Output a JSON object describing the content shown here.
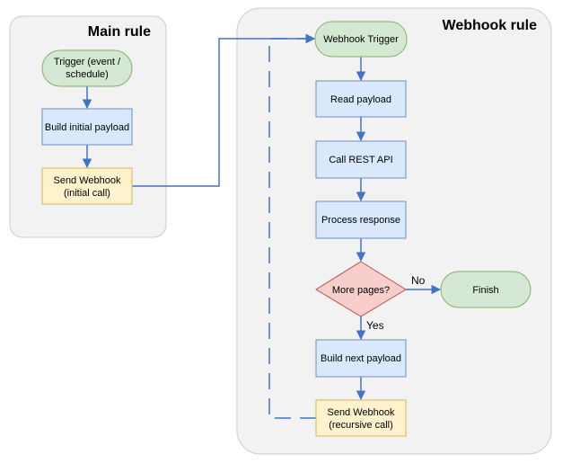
{
  "containers": {
    "main_rule": {
      "title": "Main rule"
    },
    "webhook_rule": {
      "title": "Webhook rule"
    }
  },
  "nodes": {
    "trigger": {
      "line1": "Trigger (event /",
      "line2": "schedule)"
    },
    "build_initial": {
      "label": "Build initial payload"
    },
    "send_initial": {
      "line1": "Send Webhook",
      "line2": "(initial call)"
    },
    "webhook_trigger": {
      "label": "Webhook Trigger"
    },
    "read_payload": {
      "label": "Read payload"
    },
    "call_api": {
      "label": "Call REST API"
    },
    "process_response": {
      "label": "Process response"
    },
    "more_pages": {
      "label": "More pages?"
    },
    "finish": {
      "label": "Finish"
    },
    "build_next": {
      "label": "Build next payload"
    },
    "send_recursive": {
      "line1": "Send Webhook",
      "line2": "(recursive call)"
    }
  },
  "edge_labels": {
    "no": "No",
    "yes": "Yes"
  },
  "colors": {
    "container_fill": "#f2f2f2",
    "container_stroke": "#cccccc",
    "start_fill": "#d5e8d4",
    "start_stroke": "#82b366",
    "process_fill": "#dae8fc",
    "process_stroke": "#6c8ebf",
    "webhook_fill": "#fff2cc",
    "webhook_stroke": "#d6b656",
    "decision_fill": "#f8cecc",
    "decision_stroke": "#b85450",
    "edge": "#4472c4"
  }
}
